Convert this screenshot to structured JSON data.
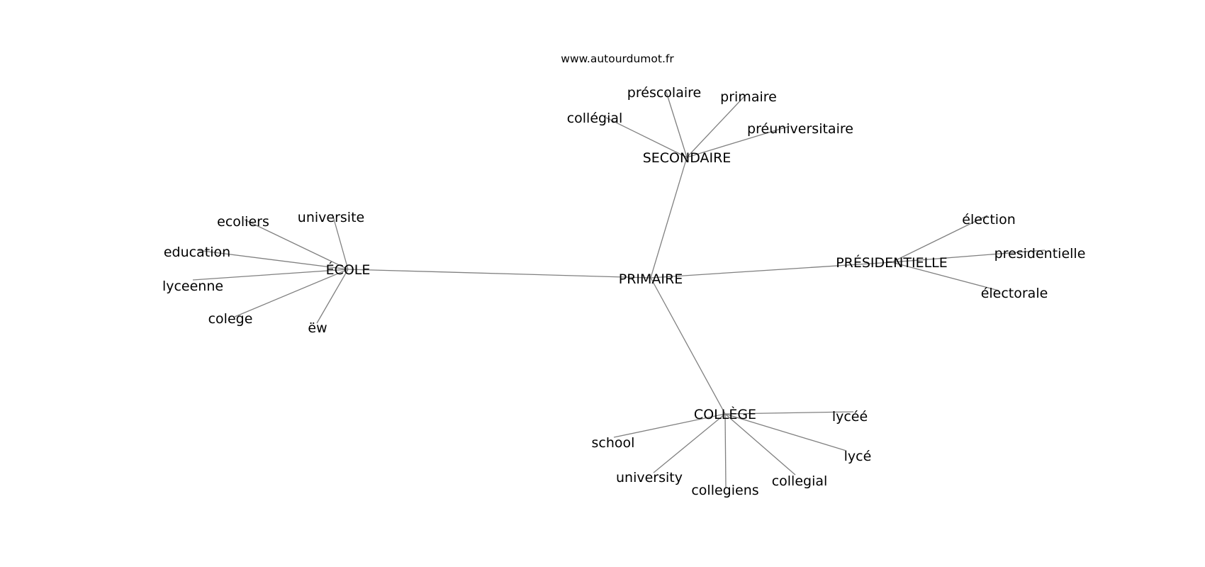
{
  "watermark": "www.autourdumot.fr",
  "center": "PRIMAIRE",
  "hubs": [
    {
      "id": "secondaire",
      "label": "SECONDAIRE",
      "words": [
        "préscolaire",
        "primaire",
        "collégial",
        "préuniversitaire"
      ]
    },
    {
      "id": "ecole",
      "label": "ÉCOLE",
      "words": [
        "ecoliers",
        "universite",
        "education",
        "lyceenne",
        "colege",
        "ëw"
      ]
    },
    {
      "id": "presidentielle",
      "label": "PRÉSIDENTIELLE",
      "words": [
        "élection",
        "presidentielle",
        "électorale"
      ]
    },
    {
      "id": "college",
      "label": "COLLÈGE",
      "words": [
        "lycéé",
        "school",
        "lycé",
        "university",
        "collegiens",
        "collegial"
      ]
    }
  ]
}
